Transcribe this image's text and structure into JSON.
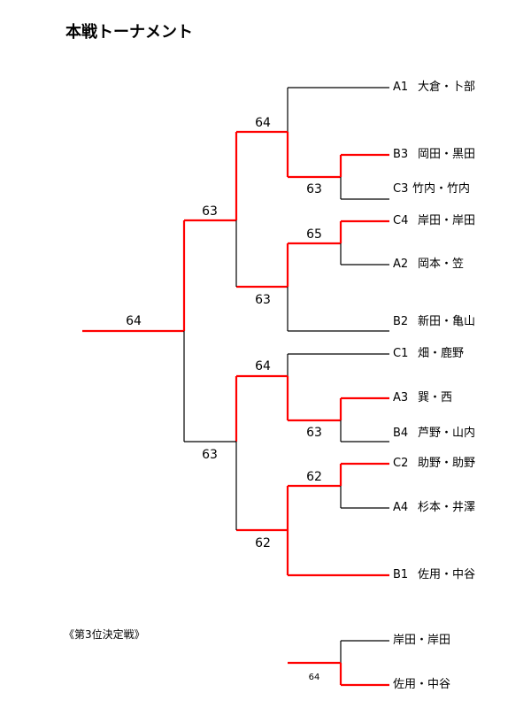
{
  "title": "本戦トーナメント",
  "third_place_title": "《第3位決定戦》",
  "entries": [
    {
      "seed": "A1",
      "name": "大倉・卜部"
    },
    {
      "seed": "B3",
      "name": "岡田・黒田"
    },
    {
      "seed": "C3",
      "name": "竹内・竹内"
    },
    {
      "seed": "C4",
      "name": "岸田・岸田"
    },
    {
      "seed": "A2",
      "name": "岡本・笠"
    },
    {
      "seed": "B2",
      "name": "新田・亀山"
    },
    {
      "seed": "C1",
      "name": "畑・鹿野"
    },
    {
      "seed": "A3",
      "name": "巽・西"
    },
    {
      "seed": "B4",
      "name": "芦野・山内"
    },
    {
      "seed": "C2",
      "name": "助野・助野"
    },
    {
      "seed": "A4",
      "name": "杉本・井澤"
    },
    {
      "seed": "B1",
      "name": "佐用・中谷"
    }
  ],
  "third_place": [
    {
      "name": "岸田・岸田"
    },
    {
      "name": "佐用・中谷"
    }
  ],
  "scores": {
    "r1_b3_c3": "63",
    "r1_c4_a2": "65",
    "r1_a3_b4": "63",
    "r1_c2_a4": "62",
    "qf1": "64",
    "qf2": "63",
    "qf3": "64",
    "qf4": "62",
    "sf1": "63",
    "sf2": "63",
    "final": "64",
    "third": "64"
  },
  "colors": {
    "winner": "#ff0000",
    "line": "#000000"
  }
}
